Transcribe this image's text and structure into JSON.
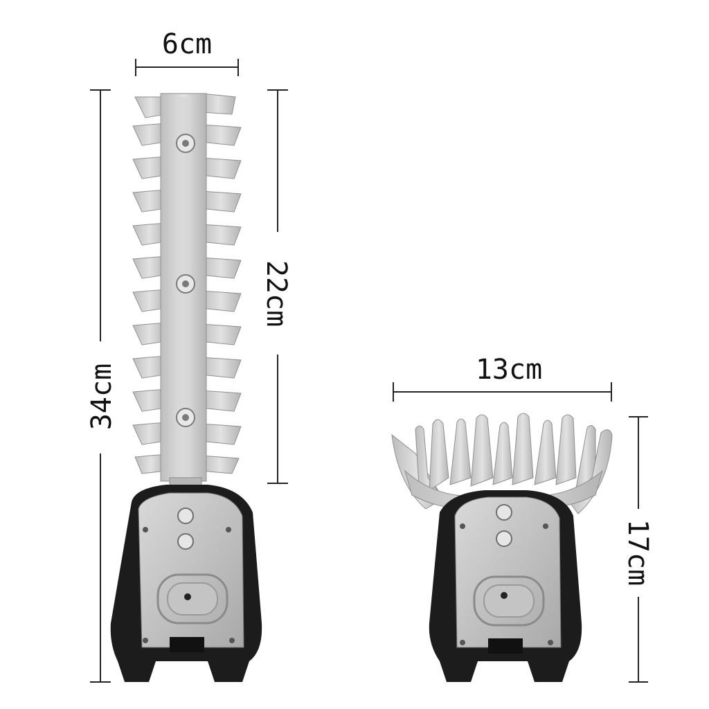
{
  "diagram": {
    "hedge_blade": {
      "width_label": "6cm",
      "blade_length_label": "22cm",
      "total_length_label": "34cm"
    },
    "grass_blade": {
      "width_label": "13cm",
      "height_label": "17cm"
    }
  },
  "colors": {
    "steel": "#c8c8c8",
    "steel_dark": "#9a9a9a",
    "housing": "#1c1c1c",
    "dimension_line": "#222222"
  }
}
